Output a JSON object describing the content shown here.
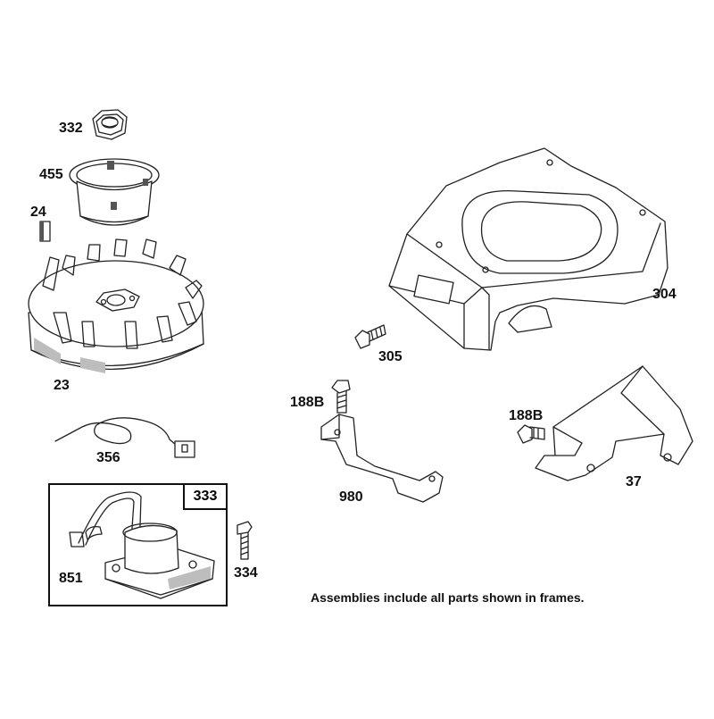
{
  "labels": {
    "p332": "332",
    "p455": "455",
    "p24": "24",
    "p23": "23",
    "p356": "356",
    "p333": "333",
    "p851": "851",
    "p334": "334",
    "p304": "304",
    "p305": "305",
    "p188b_a": "188B",
    "p980": "980",
    "p188b_b": "188B",
    "p37": "37"
  },
  "note": "Assemblies include all parts shown in frames."
}
